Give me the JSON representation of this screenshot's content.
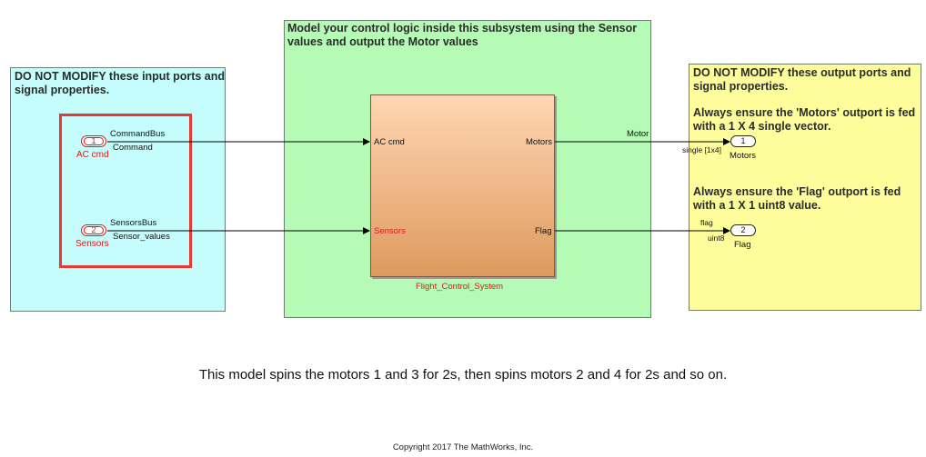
{
  "areas": {
    "inputs_note": "DO NOT MODIFY these input ports and signal properties.",
    "control_note": "Model your control logic inside this subsystem using the Sensor values and output the Motor values",
    "outputs_note_1": "DO NOT MODIFY these output ports and signal properties.",
    "outputs_note_2": "Always ensure the 'Motors' outport is fed with a 1 X 4 single vector.",
    "outputs_note_3": "Always ensure the 'Flag' outport is fed with a 1 X 1 uint8 value."
  },
  "inports": [
    {
      "number": "1",
      "name": "AC cmd",
      "bus": "CommandBus",
      "signal": "Command"
    },
    {
      "number": "2",
      "name": "Sensors",
      "bus": "SensorsBus",
      "signal": "Sensor_values"
    }
  ],
  "subsystem": {
    "name": "Flight_Control_System",
    "in_ports": [
      "AC cmd",
      "Sensors"
    ],
    "out_ports": [
      "Motors",
      "Flag"
    ]
  },
  "signals": {
    "motor": "Motor",
    "motor_type": "single [1x4]",
    "flag": "flag",
    "flag_type": "uint8"
  },
  "outports": [
    {
      "number": "1",
      "name": "Motors"
    },
    {
      "number": "2",
      "name": "Flag"
    }
  ],
  "description": "This model spins the motors 1 and 3 for 2s, then spins motors 2 and 4 for 2s and so on.",
  "copyright": "Copyright 2017 The MathWorks, Inc.",
  "colors": {
    "inputs_area": "#c5fdfd",
    "control_area": "#b5fab5",
    "outputs_area": "#fdfd9c",
    "subsystem_top": "#ffd6b3",
    "subsystem_bottom": "#de9a5e",
    "inport": "#d21d1d"
  }
}
